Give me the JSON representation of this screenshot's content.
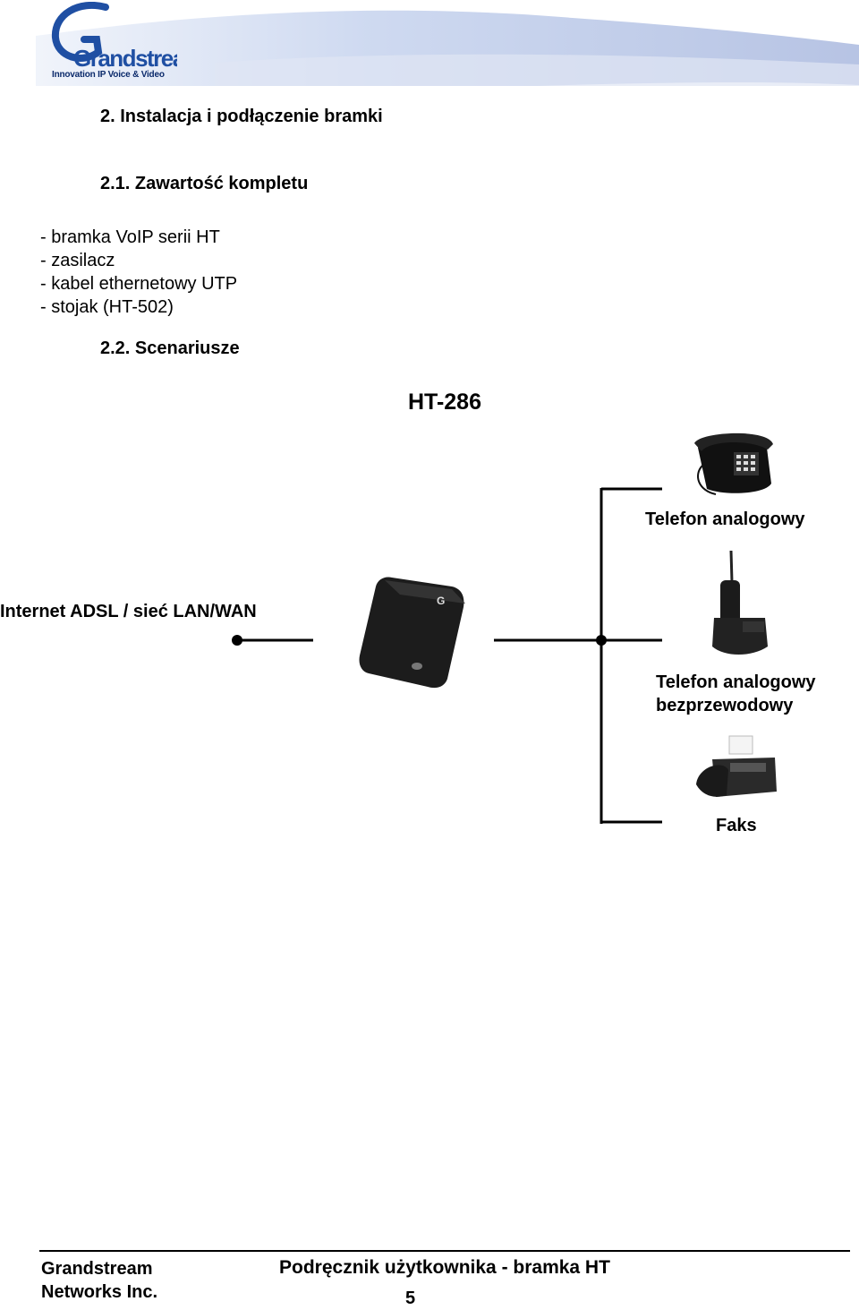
{
  "header": {
    "logo_text": "Grandstream",
    "logo_tagline": "Innovation IP Voice & Video"
  },
  "section": {
    "title": "2. Instalacja i podłączenie bramki",
    "subsection_contents_title": "2.1. Zawartość kompletu",
    "contents_items": [
      "- bramka VoIP serii HT",
      "- zasilacz",
      "- kabel ethernetowy UTP",
      "- stojak (HT-502)"
    ],
    "subsection_scenarios_title": "2.2. Scenariusze"
  },
  "diagram": {
    "model": "HT-286",
    "network_label": "Internet ADSL / sieć LAN/WAN",
    "device_phone_label": "Telefon analogowy",
    "device_cordless_label_line1": "Telefon analogowy",
    "device_cordless_label_line2": "bezprzewodowy",
    "device_fax_label": "Faks"
  },
  "footer": {
    "company_line1": "Grandstream",
    "company_line2": "Networks Inc.",
    "doc_title": "Podręcznik użytkownika - bramka HT",
    "page_number": "5"
  },
  "colors": {
    "brand_blue": "#1f4fa3",
    "header_band": "#b9c7e6"
  }
}
